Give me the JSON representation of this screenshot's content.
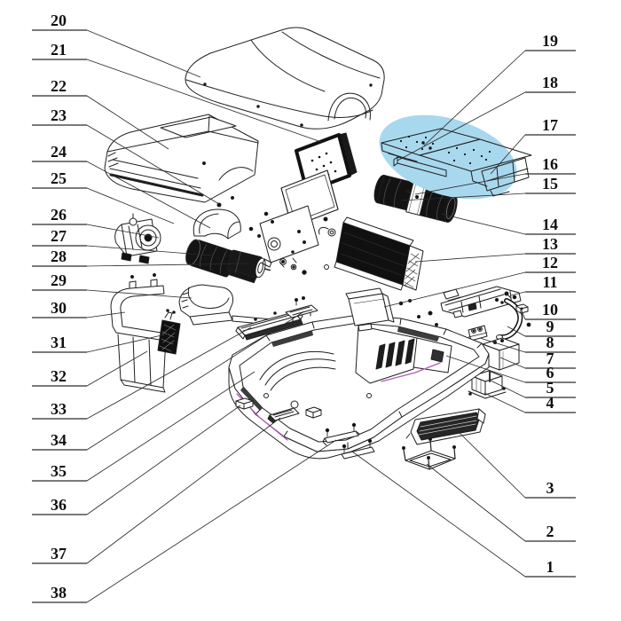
{
  "figure": {
    "kind": "exploded-parts-diagram",
    "highlighted_part": "air-distribution-tray-assembly"
  },
  "colors": {
    "background": "#ffffff",
    "line": "#1f1f1f",
    "highlight": "#a8d8ee",
    "accent": "#b05ab5"
  },
  "callouts": {
    "left": [
      "20",
      "21",
      "22",
      "23",
      "24",
      "25",
      "26",
      "27",
      "28",
      "29",
      "30",
      "31",
      "32",
      "33",
      "34",
      "35",
      "36",
      "37",
      "38"
    ],
    "right": [
      "19",
      "18",
      "17",
      "16",
      "15",
      "14",
      "13",
      "12",
      "11",
      "10",
      "9",
      "8",
      "7",
      "6",
      "5",
      "4",
      "3",
      "2",
      "1"
    ]
  }
}
